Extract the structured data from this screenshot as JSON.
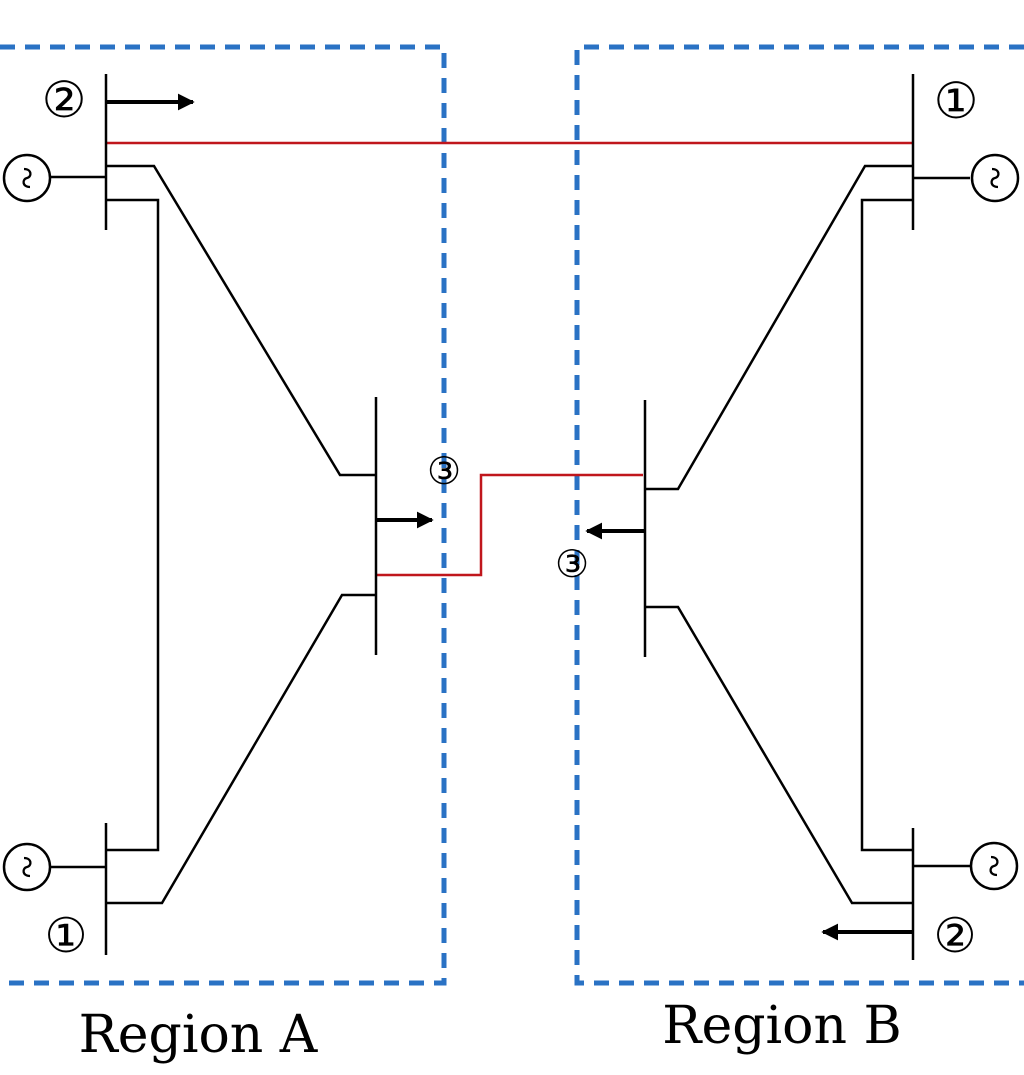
{
  "regions": [
    {
      "id": "A",
      "label": "Region A"
    },
    {
      "id": "B",
      "label": "Region B"
    }
  ],
  "bus_labels": {
    "a1": "①",
    "a2": "②",
    "a3": "③",
    "b1": "①",
    "b2": "②",
    "b3": "③"
  },
  "colors": {
    "region_border": "#2a72c4",
    "tie_line": "#c0161c",
    "line": "#000000",
    "background": "#ffffff"
  },
  "icons": {
    "generator": "generator-icon",
    "load": "load-arrow-icon"
  }
}
